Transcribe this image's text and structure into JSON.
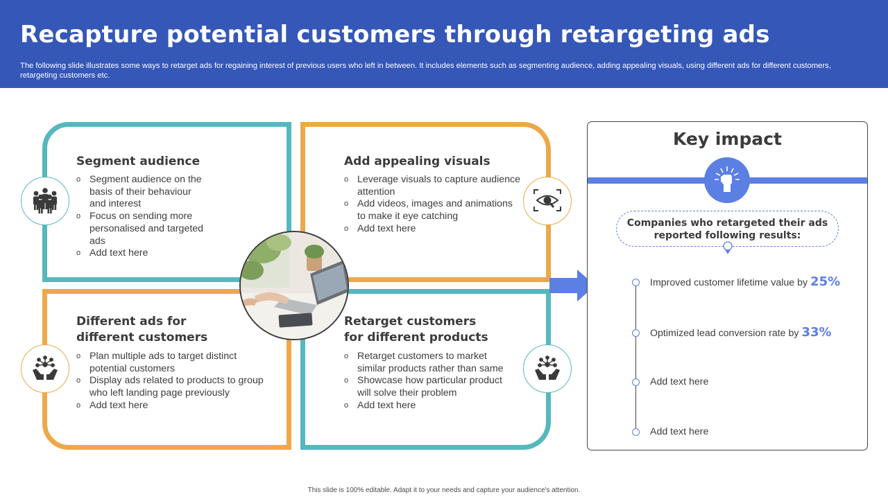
{
  "header": {
    "title": "Recapture potential customers through retargeting ads",
    "description": "The following slide illustrates some ways to retarget ads for regaining interest of previous users who left in between. It includes elements such as segmenting audience, adding appealing visuals, using different ads for different customers, retargeting customers etc."
  },
  "quadrants": {
    "segment": {
      "title": "Segment audience",
      "icon": "people-group-icon",
      "bullets": [
        "Segment audience on the basis of their behaviour and interest",
        "Focus on sending more personalised and targeted ads",
        "Add text here"
      ]
    },
    "visuals": {
      "title": "Add appealing visuals",
      "icon": "eye-magnifier-icon",
      "bullets": [
        "Leverage visuals to capture audience attention",
        "Add videos, images and animations to make it eye catching",
        "Add text here"
      ]
    },
    "different": {
      "title": "Different ads for different customers",
      "icon": "hands-network-icon",
      "bullets": [
        "Plan multiple ads to target distinct potential customers",
        "Display ads related to products to group who left landing page previously",
        "Add text here"
      ]
    },
    "retarget": {
      "title": "Retarget customers for different products",
      "icon": "hands-network-icon",
      "bullets": [
        "Retarget customers to market similar products rather than same",
        "Showcase how particular product will solve their problem",
        "Add text here"
      ]
    }
  },
  "key_impact": {
    "title": "Key impact",
    "icon": "raised-fist-icon",
    "callout": "Companies who retargeted their ads reported following results:",
    "items": [
      {
        "text": "Improved customer lifetime value by ",
        "value": "25%"
      },
      {
        "text": "Optimized lead conversion rate by ",
        "value": "33%"
      },
      {
        "text": "Add text here",
        "value": ""
      },
      {
        "text": "Add text here",
        "value": ""
      }
    ]
  },
  "footer": {
    "note": "This slide is 100% editable. Adapt it to your needs and capture your audience's attention."
  },
  "colors": {
    "header_bg": "#3457b8",
    "teal": "#55b8bd",
    "orange": "#eda849",
    "accent_blue": "#5b7fe3"
  }
}
